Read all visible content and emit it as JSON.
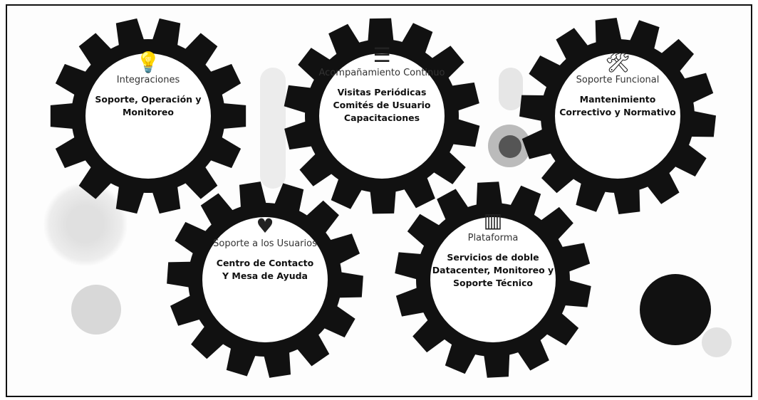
{
  "colors": {
    "gear": "#111111",
    "face": "#ffffff",
    "ink": "#111111"
  },
  "gears": [
    {
      "id": "integraciones",
      "icon": "lightbulb-icon",
      "glyph": "💡",
      "title": "Integraciones",
      "lines": [
        "Soporte, Operación y",
        "Monitoreo"
      ]
    },
    {
      "id": "acompanamiento",
      "icon": "book-icon",
      "glyph": "☰",
      "title": "Acompañamiento Continuo",
      "lines": [
        "Visitas Periódicas",
        "Comités de Usuario",
        "Capacitaciones"
      ]
    },
    {
      "id": "soporte-funcional",
      "icon": "tools-icon",
      "glyph": "🛠",
      "title": "Soporte Funcional",
      "lines": [
        "Mantenimiento",
        "Correctivo y Normativo"
      ]
    },
    {
      "id": "soporte-usuarios",
      "icon": "heart-icon",
      "glyph": "♥",
      "title": "Soporte a los Usuarios",
      "lines": [
        "Centro de Contacto",
        "Y Mesa de Ayuda"
      ]
    },
    {
      "id": "plataforma",
      "icon": "datacenter-icon",
      "glyph": "▥",
      "title": "Plataforma",
      "lines": [
        "Servicios de doble",
        "Datacenter, Monitoreo y",
        "Soporte Técnico"
      ]
    }
  ]
}
